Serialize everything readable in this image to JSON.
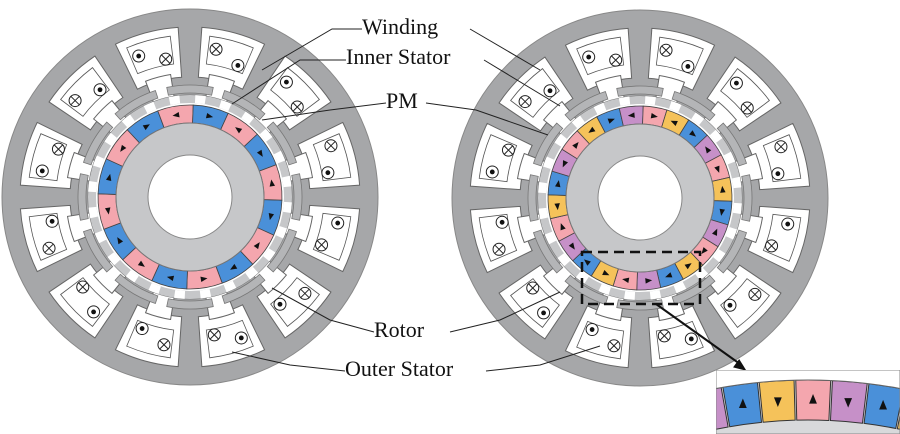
{
  "labels": {
    "winding": "Winding",
    "inner_stator": "Inner Stator",
    "pm": "PM",
    "rotor": "Rotor",
    "outer_stator": "Outer Stator"
  },
  "colors": {
    "stator_gray": "#a6a7a9",
    "inner_gray": "#c6c7c9",
    "slot_white": "#ffffff",
    "pm_blue": "#4a90d9",
    "pm_pink": "#f4a6ae",
    "pm_orange": "#f5c25a",
    "pm_violet": "#c690c8",
    "outline": "#333333"
  },
  "machines": [
    {
      "name": "left",
      "pm_pattern": [
        "blue",
        "pink"
      ]
    },
    {
      "name": "right",
      "pm_pattern": [
        "blue",
        "violet",
        "pink",
        "orange"
      ]
    }
  ],
  "zoom_inset": {
    "visible": true
  },
  "icons": [
    "dot-symbol-icon",
    "cross-symbol-icon",
    "magnetization-arrow-icon"
  ]
}
